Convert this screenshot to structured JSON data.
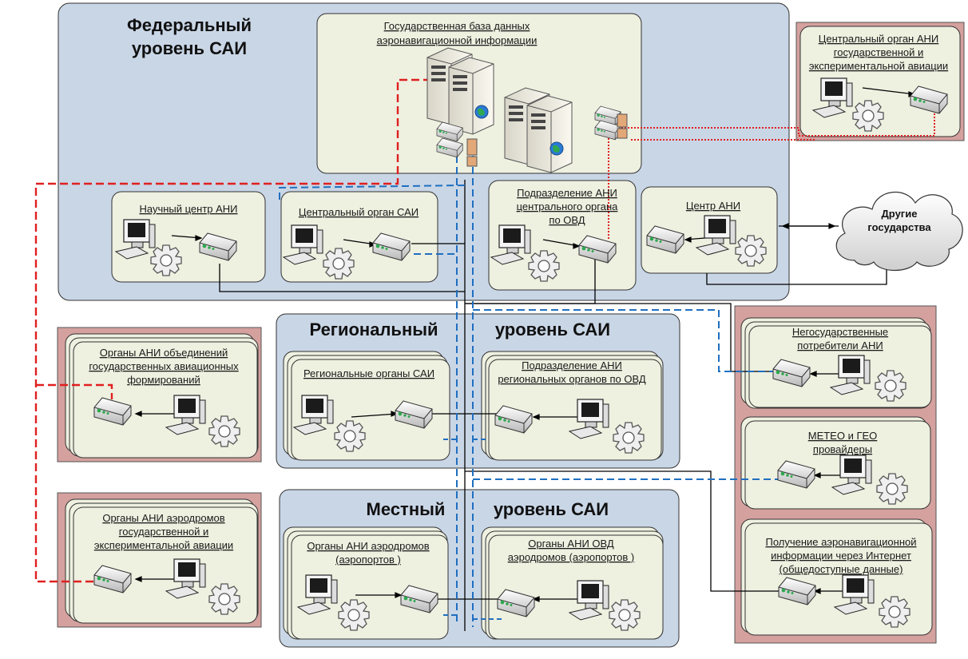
{
  "levels": {
    "federal": [
      "Федеральный",
      "уровень САИ"
    ],
    "regional": [
      "Региональный",
      "уровень САИ"
    ],
    "local": [
      "Местный",
      "уровень САИ"
    ]
  },
  "nodes": {
    "state_db": [
      "Государственная база данных",
      "аэронавигационной информации"
    ],
    "central_ani_state_exp": [
      "Центральный орган АНИ",
      "государственной и",
      "экспериментальной авиации"
    ],
    "science_center": [
      "Научный центр АНИ"
    ],
    "central_sai": [
      "Центральный орган САИ"
    ],
    "ani_subdivision_central": [
      "Подразделение АНИ",
      "центрального органа",
      "по ОВД"
    ],
    "ani_center": [
      "Центр АНИ"
    ],
    "other_states": [
      "Другие",
      "государства"
    ],
    "ani_unions": [
      "Органы АНИ объединений",
      "государственных авиационных",
      "формирований"
    ],
    "regional_sai": [
      "Региональные органы САИ"
    ],
    "ani_subdivision_regional": [
      "Подразделение АНИ",
      "региональных органов по ОВД"
    ],
    "ani_aerodromes_state_exp": [
      "Органы АНИ аэродромов",
      "государственной и",
      "экспериментальной авиации"
    ],
    "ani_aerodromes": [
      "Органы АНИ аэродромов",
      "(аэропортов )"
    ],
    "ani_atc_aerodromes": [
      "Органы АНИ ОВД",
      "аэродромов  (аэропортов )"
    ],
    "nonstate_consumers": [
      "Негосударственные",
      "потребители АНИ"
    ],
    "meteo_geo": [
      "МЕТЕО и ГЕО",
      "провайдеры"
    ],
    "internet": [
      "Получение аэронавигационной",
      "информации через Интернет",
      "(общедоступные данные)"
    ]
  },
  "colors": {
    "level_panel": "#c9d6e6",
    "unit_panel": "#eef0e0",
    "external_panel": "#d4a19e",
    "red_line": "#e02020",
    "blue_line": "#1f6fc0",
    "black_line": "#000000"
  },
  "icons": [
    "server-icon",
    "computer-icon",
    "gear-icon",
    "router-icon",
    "globe-icon",
    "cloud-icon"
  ]
}
